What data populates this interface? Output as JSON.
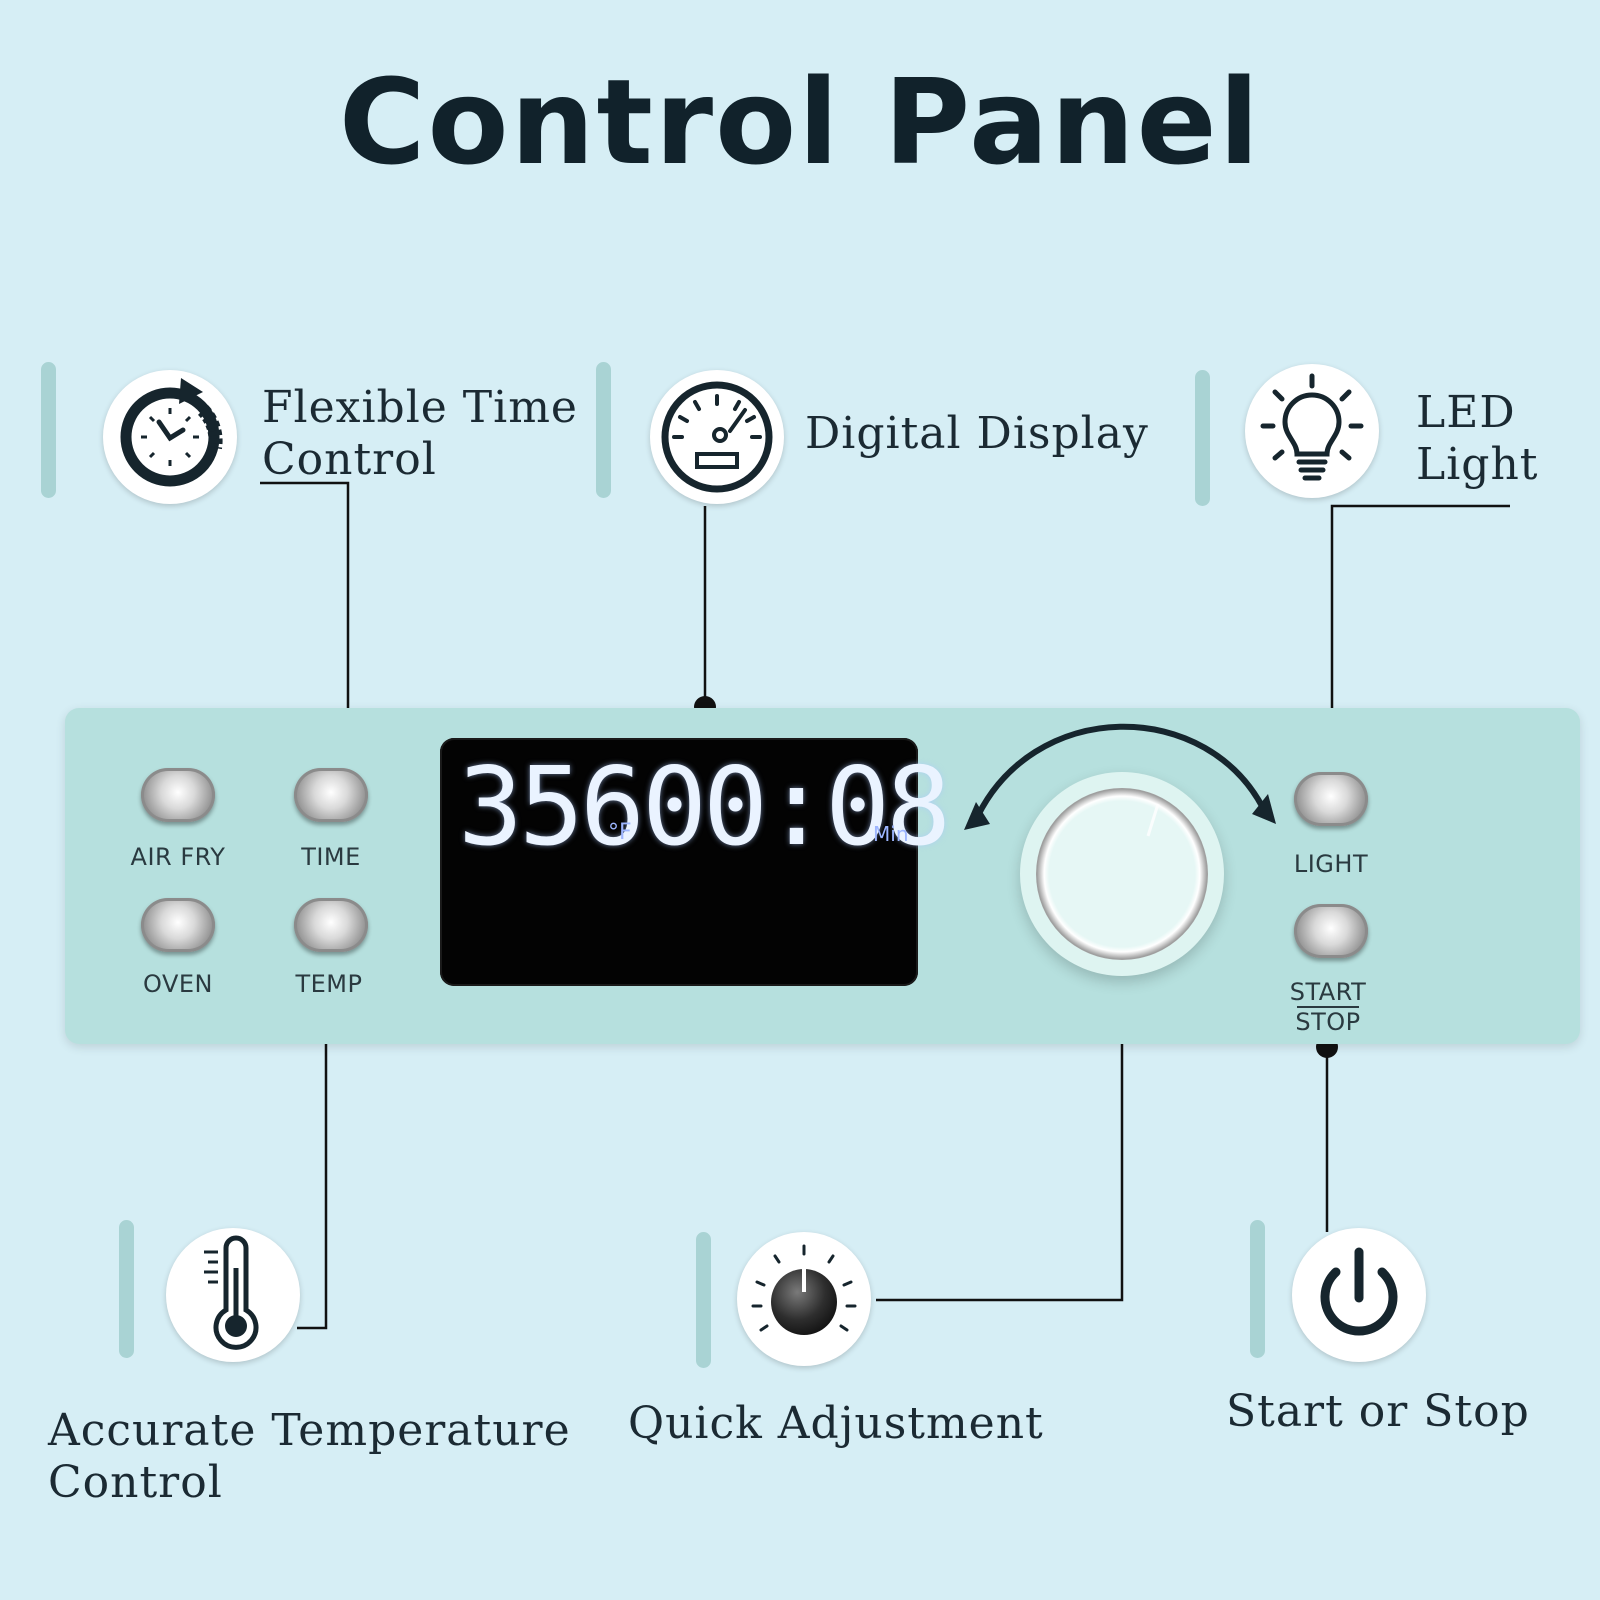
{
  "title": "Control Panel",
  "features": {
    "time": {
      "label_line1": "Flexible Time",
      "label_line2": "Control",
      "icon": "timer-clock-icon"
    },
    "display": {
      "label": "Digital Display",
      "icon": "speedometer-gauge-icon"
    },
    "led": {
      "label_line1": "LED",
      "label_line2": "Light",
      "icon": "light-bulb-icon"
    },
    "temp": {
      "label_line1": "Accurate Temperature",
      "label_line2": "Control",
      "icon": "thermometer-icon"
    },
    "adjust": {
      "label": "Quick Adjustment",
      "icon": "dial-knob-icon"
    },
    "startstop": {
      "label": "Start or Stop",
      "icon": "power-icon"
    }
  },
  "panel": {
    "buttons": {
      "air_fry": "AIR FRY",
      "time": "TIME",
      "oven": "OVEN",
      "temp": "TEMP",
      "light": "LIGHT",
      "start": "START",
      "stop": "STOP"
    },
    "display": {
      "temperature": "356",
      "temperature_unit": "°F",
      "time": "00:08",
      "time_unit": "Min"
    }
  },
  "colors": {
    "background": "#d6eef5",
    "panel": "#b6e0de",
    "accent_bar": "#a9d3d4",
    "display_bg": "#030303",
    "display_digits": "#eaf3ff",
    "text_dark": "#11222b"
  }
}
